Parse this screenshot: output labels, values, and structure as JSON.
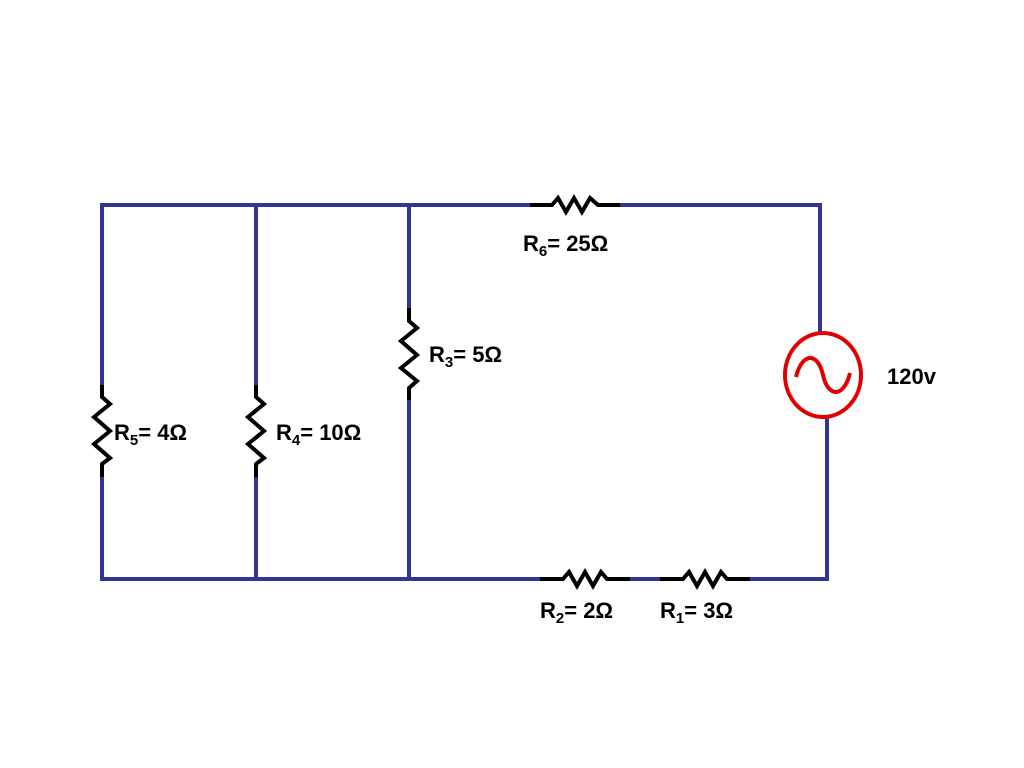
{
  "colors": {
    "wire": "#333399",
    "resistor": "#000000",
    "source": "#e00000",
    "text": "#000000"
  },
  "resistors": {
    "r1": {
      "letter": "R",
      "sub": "1",
      "value": "= 3Ω"
    },
    "r2": {
      "letter": "R",
      "sub": "2",
      "value": "= 2Ω"
    },
    "r3": {
      "letter": "R",
      "sub": "3",
      "value": "= 5Ω"
    },
    "r4": {
      "letter": "R",
      "sub": "4",
      "value": "= 10Ω"
    },
    "r5": {
      "letter": "R",
      "sub": "5",
      "value": "= 4Ω"
    },
    "r6": {
      "letter": "R",
      "sub": "6",
      "value": "= 25Ω"
    }
  },
  "source": {
    "label": "120v",
    "icon": "ac-source-icon"
  }
}
